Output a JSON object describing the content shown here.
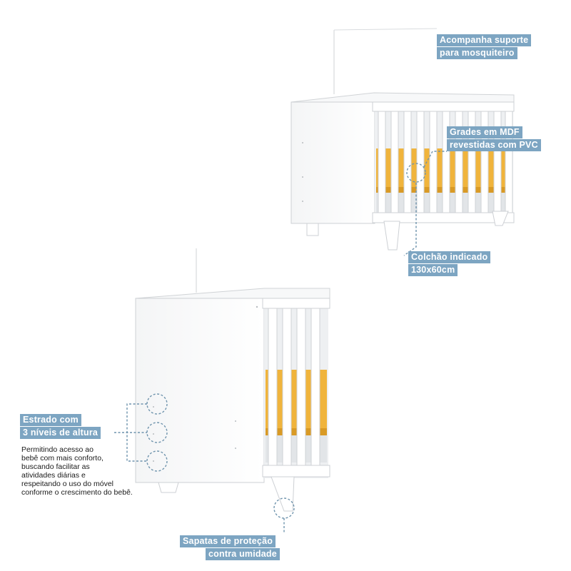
{
  "colors": {
    "label_bg": "#7da5c2",
    "label_text": "#ffffff",
    "crib": "#ffffff",
    "crib_edge": "#c9ccd0",
    "mattress": "#f0b43c",
    "callout": "#6f94ad"
  },
  "callouts": {
    "mosquito": {
      "lines": [
        "Acompanha suporte",
        "para mosquiteiro"
      ]
    },
    "rails": {
      "lines": [
        "Grades em MDF",
        "revestidas com PVC"
      ]
    },
    "mattress": {
      "lines": [
        "Colchão indicado",
        "130x60cm"
      ]
    },
    "base": {
      "lines": [
        "Estrado com",
        "3 níveis de altura"
      ],
      "description": [
        "Permitindo acesso ao",
        "bebê com mais conforto,",
        "buscando facilitar as",
        "atividades diárias e",
        "respeitando o uso do móvel",
        "conforme o crescimento do bebê."
      ]
    },
    "feet": {
      "lines": [
        "Sapatas de proteção",
        "contra umidade"
      ]
    }
  },
  "icons": [
    "crib-front-illustration",
    "crib-side-illustration",
    "dotted-callout-circle-icon"
  ]
}
